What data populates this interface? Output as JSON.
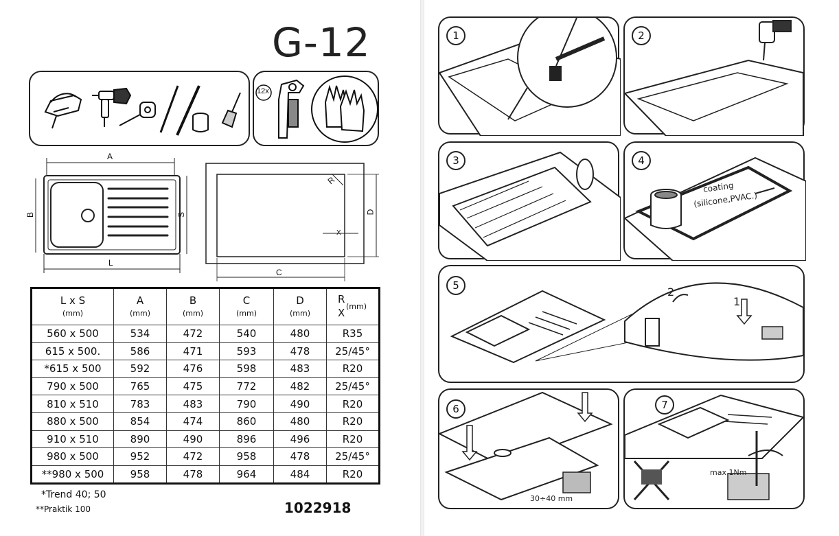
{
  "model": "G-12",
  "tools_panel": {
    "count_label": "12x",
    "tools": [
      "jigsaw-icon",
      "drill-icon",
      "tape-measure-icon",
      "pencil-icon",
      "ruler-icon",
      "sealant-icon",
      "brush-icon",
      "mounting-clip-icon",
      "gloves-icon"
    ]
  },
  "dimension_labels": {
    "a": "A",
    "b": "B",
    "s": "S",
    "l": "L",
    "c": "C",
    "d": "D",
    "r": "R",
    "x": "X"
  },
  "table": {
    "headers": [
      {
        "label": "L x S",
        "unit": "(mm)"
      },
      {
        "label": "A",
        "unit": "(mm)"
      },
      {
        "label": "B",
        "unit": "(mm)"
      },
      {
        "label": "C",
        "unit": "(mm)"
      },
      {
        "label": "D",
        "unit": "(mm)"
      },
      {
        "label_top": "R",
        "label_bottom": "X",
        "unit": "(mm)"
      }
    ],
    "rows": [
      [
        "560 x 500",
        "534",
        "472",
        "540",
        "480",
        "R35"
      ],
      [
        "615 x 500.",
        "586",
        "471",
        "593",
        "478",
        "25/45°"
      ],
      [
        "*615 x 500",
        "592",
        "476",
        "598",
        "483",
        "R20"
      ],
      [
        "790 x 500",
        "765",
        "475",
        "772",
        "482",
        "25/45°"
      ],
      [
        "810 x 510",
        "783",
        "483",
        "790",
        "490",
        "R20"
      ],
      [
        "880 x 500",
        "854",
        "474",
        "860",
        "480",
        "R20"
      ],
      [
        "910 x 510",
        "890",
        "490",
        "896",
        "496",
        "R20"
      ],
      [
        "980 x 500",
        "952",
        "472",
        "958",
        "478",
        "25/45°"
      ],
      [
        "**980 x 500",
        "958",
        "478",
        "964",
        "484",
        "R20"
      ]
    ]
  },
  "footnotes": [
    "*Trend 40; 50",
    "**Praktik 100"
  ],
  "product_code": "1022918",
  "steps": {
    "s1": "1",
    "s2": "2",
    "s3": "3",
    "s4": "4",
    "s5": "5",
    "s6": "6",
    "s7": "7",
    "coating_note": "coating",
    "coating_note2": "(silicone,PVAC.)",
    "step5_arrow1": "1",
    "step5_arrow2": "2",
    "step6_depth": "30÷40 mm",
    "step7_torque": "max 1Nm"
  }
}
